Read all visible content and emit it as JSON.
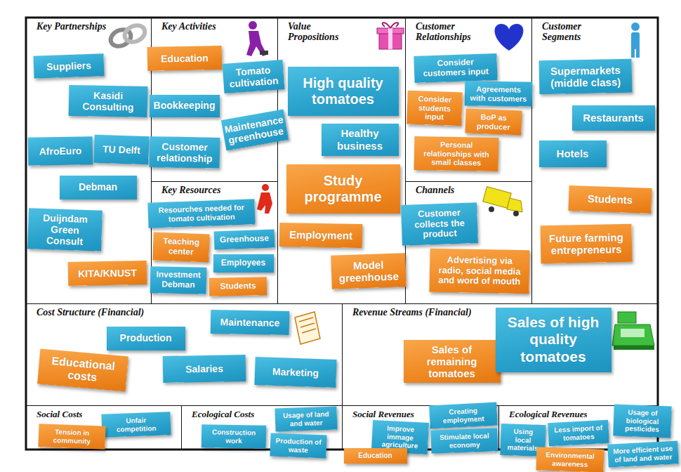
{
  "diagram": {
    "nodes": [
      {
        "text": [
          "Key Partnerships"
        ]
      },
      {
        "text": [
          "Suppliers"
        ],
        "in": 0
      },
      {
        "text": [
          "Kasidi Consulting"
        ],
        "in": 0
      },
      {
        "text": [
          "AfroEuro"
        ],
        "in": 0
      },
      {
        "text": [
          "TU Delft"
        ],
        "in": 0
      },
      {
        "text": [
          "Debman"
        ],
        "in": 0
      },
      {
        "text": [
          "Duijndam Green Consult"
        ],
        "in": 0
      },
      {
        "text": [
          "KITA/KNUST"
        ],
        "in": 0
      },
      {
        "text": [
          "Key Activities"
        ]
      },
      {
        "text": [
          "Education"
        ],
        "in": 8
      },
      {
        "text": [
          "Tomato cultivation"
        ],
        "in": 8
      },
      {
        "text": [
          "Bookkeeping"
        ],
        "in": 8
      },
      {
        "text": [
          "Maintenance greenhouse"
        ],
        "in": 8
      },
      {
        "text": [
          "Customer relationship"
        ],
        "in": 8
      },
      {
        "text": [
          "Key Resources"
        ]
      },
      {
        "text": [
          "Resourches needed for tomato cultivation"
        ],
        "in": 14
      },
      {
        "text": [
          "Teaching center"
        ],
        "in": 14
      },
      {
        "text": [
          "Greenhouse"
        ],
        "in": 14
      },
      {
        "text": [
          "Investment Debman"
        ],
        "in": 14
      },
      {
        "text": [
          "Employees"
        ],
        "in": 14
      },
      {
        "text": [
          "Students"
        ],
        "in": 14
      },
      {
        "text": [
          "Value Propositions"
        ]
      },
      {
        "text": [
          "High quality tomatoes"
        ],
        "in": 21
      },
      {
        "text": [
          "Healthy business"
        ],
        "in": 21
      },
      {
        "text": [
          "Study programme"
        ],
        "in": 21
      },
      {
        "text": [
          "Employment"
        ],
        "in": 21
      },
      {
        "text": [
          "Model greenhouse"
        ],
        "in": 21
      },
      {
        "text": [
          "Customer Relationships"
        ]
      },
      {
        "text": [
          "Consider customers input"
        ],
        "in": 27
      },
      {
        "text": [
          "Agreements with customers"
        ],
        "in": 27
      },
      {
        "text": [
          "Consider students input"
        ],
        "in": 27
      },
      {
        "text": [
          "BoP as producer"
        ],
        "in": 27
      },
      {
        "text": [
          "Personal relationships with small classes"
        ],
        "in": 27
      },
      {
        "text": [
          "Channels"
        ]
      },
      {
        "text": [
          "Customer collects the product"
        ],
        "in": 33
      },
      {
        "text": [
          "Advertising via radio, social media and word of mouth"
        ],
        "in": 33
      },
      {
        "text": [
          "Customer Segments"
        ]
      },
      {
        "text": [
          "Supermarkets (middle class)"
        ],
        "in": 36
      },
      {
        "text": [
          "Restaurants"
        ],
        "in": 36
      },
      {
        "text": [
          "Hotels"
        ],
        "in": 36
      },
      {
        "text": [
          "Students"
        ],
        "in": 36
      },
      {
        "text": [
          "Future farming entrepreneurs"
        ],
        "in": 36
      },
      {
        "text": [
          "Cost Structure (Financial)"
        ]
      },
      {
        "text": [
          "Production"
        ],
        "in": 42
      },
      {
        "text": [
          "Maintenance"
        ],
        "in": 42
      },
      {
        "text": [
          "Educational costs"
        ],
        "in": 42
      },
      {
        "text": [
          "Salaries"
        ],
        "in": 42
      },
      {
        "text": [
          "Marketing"
        ],
        "in": 42
      },
      {
        "text": [
          "Revenue Streams (Financial)"
        ]
      },
      {
        "text": [
          "Sales of remaining tomatoes"
        ],
        "in": 48
      },
      {
        "text": [
          "Sales of high quality tomatoes"
        ],
        "in": 48
      },
      {
        "text": [
          "Social Costs"
        ]
      },
      {
        "text": [
          "Unfair competition"
        ],
        "in": 51
      },
      {
        "text": [
          "Tension in community"
        ],
        "in": 51
      },
      {
        "text": [
          "Ecological Costs"
        ]
      },
      {
        "text": [
          "Construction work"
        ],
        "in": 54
      },
      {
        "text": [
          "Usage of land and water"
        ],
        "in": 54
      },
      {
        "text": [
          "Production of waste"
        ],
        "in": 54
      },
      {
        "text": [
          "Social Revenues"
        ]
      },
      {
        "text": [
          "Creating employment"
        ],
        "in": 58
      },
      {
        "text": [
          "Improve immage agriculture"
        ],
        "in": 58
      },
      {
        "text": [
          "Stimulate local economy"
        ],
        "in": 58
      },
      {
        "text": [
          "Education"
        ],
        "in": 58
      },
      {
        "text": [
          "Ecological Revenues"
        ]
      },
      {
        "text": [
          "Using local materials"
        ],
        "in": 63
      },
      {
        "text": [
          "Less import of tomatoes"
        ],
        "in": 63
      },
      {
        "text": [
          "Usage of biological pesticides"
        ],
        "in": 63
      },
      {
        "text": [
          "Environmental awareness"
        ],
        "in": 63
      },
      {
        "text": [
          "More efficient use of land and water"
        ],
        "in": 63
      }
    ]
  }
}
